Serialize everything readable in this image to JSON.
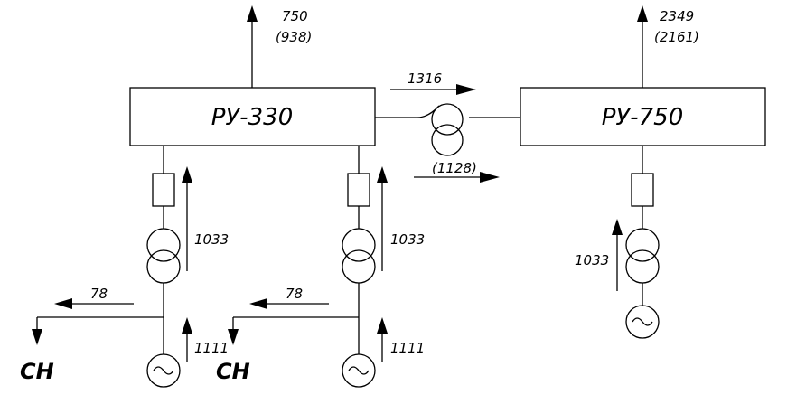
{
  "switchgear": {
    "ru330_label": "РУ-330",
    "ru750_label": "РУ-750"
  },
  "flows": {
    "ru330_out": "750",
    "ru330_out_alt": "(938)",
    "ru750_out": "2349",
    "ru750_out_alt": "(2161)",
    "tie_flow": "1316",
    "tie_flow_alt": "(1128)",
    "gen1_transformer": "1033",
    "gen2_transformer": "1033",
    "gen3_transformer": "1033",
    "gen1_output": "1111",
    "gen2_output": "1111",
    "aux1_load": "78",
    "aux2_load": "78"
  },
  "aux_labels": {
    "aux1": "СН",
    "aux2": "СН"
  }
}
